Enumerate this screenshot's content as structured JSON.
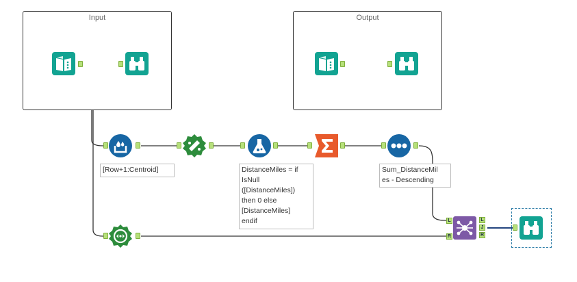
{
  "containers": {
    "input": {
      "title": "Input"
    },
    "output": {
      "title": "Output"
    }
  },
  "annotations": {
    "formula_centroid": "[Row+1:Centroid]",
    "formula_distance": "DistanceMiles = if\nIsNull\n([DistanceMiles])\nthen 0 else\n[DistanceMiles]\nendif",
    "sort_desc": "Sum_DistanceMil\nes - Descending"
  },
  "join_anchors": {
    "left": "L",
    "join": "J",
    "right": "R"
  },
  "colors": {
    "teal": "#12a392",
    "blue": "#1766a4",
    "green": "#2d8c3c",
    "orange": "#e85a2c",
    "purple": "#7d59a6",
    "anchor": "#b6e07a",
    "wire": "#333333",
    "selection": "#2f7ea8"
  },
  "icons": {
    "input_data": "book-input-icon",
    "browse": "binoculars-icon",
    "multi_row_formula": "drops-icon",
    "distance": "ruler-icon",
    "formula": "flask-icon",
    "summarize": "sigma-icon",
    "sort": "dots-icon",
    "join": "join-network-icon",
    "spatial_info": "spatial-gear-icon"
  }
}
